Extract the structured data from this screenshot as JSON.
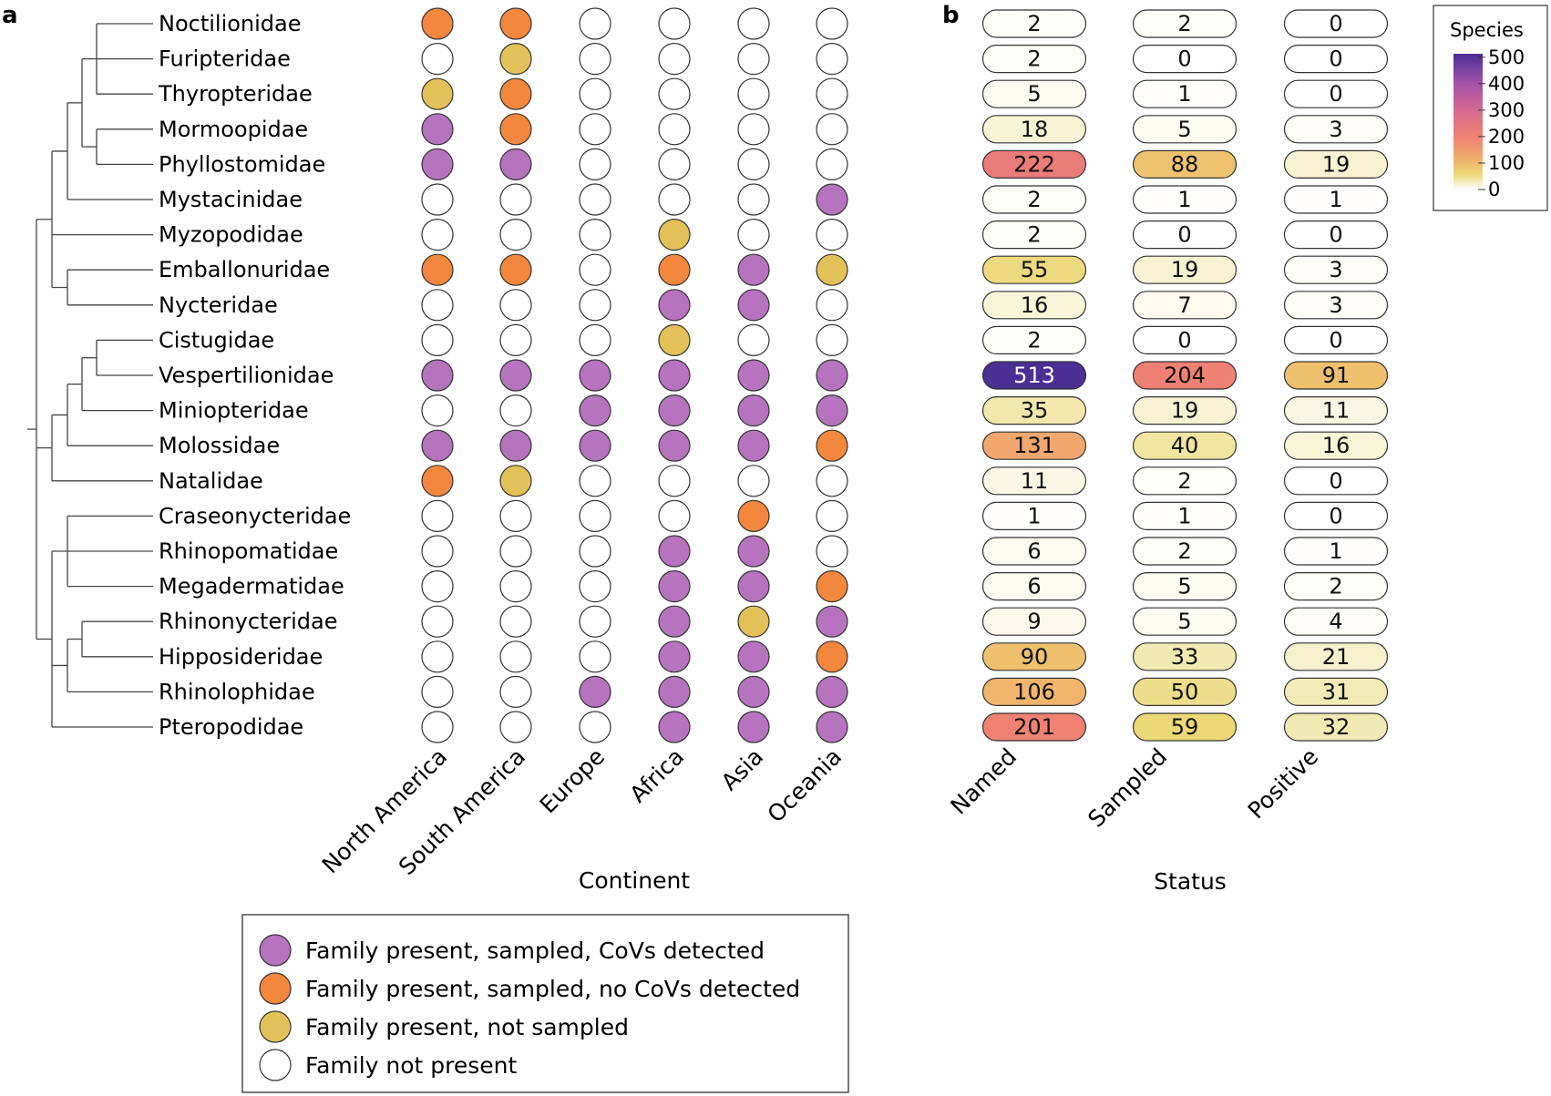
{
  "panels": {
    "a": "a",
    "b": "b"
  },
  "chart_data": [
    {
      "type": "scatter",
      "panel": "a",
      "xlabel": "Continent",
      "categories": [
        "North America",
        "South America",
        "Europe",
        "Africa",
        "Asia",
        "Oceania"
      ],
      "families": [
        "Noctilionidae",
        "Furipteridae",
        "Thyropteridae",
        "Mormoopidae",
        "Phyllostomidae",
        "Mystacinidae",
        "Myzopodidae",
        "Emballonuridae",
        "Nycteridae",
        "Cistugidae",
        "Vespertilionidae",
        "Miniopteridae",
        "Molossidae",
        "Natalidae",
        "Craseonycteridae",
        "Rhinopomatidae",
        "Megadermatidae",
        "Rhinonycteridae",
        "Hipposideridae",
        "Rhinolophidae",
        "Pteropodidae"
      ],
      "status_grid": [
        [
          2,
          2,
          0,
          0,
          0,
          0
        ],
        [
          0,
          1,
          0,
          0,
          0,
          0
        ],
        [
          1,
          2,
          0,
          0,
          0,
          0
        ],
        [
          3,
          2,
          0,
          0,
          0,
          0
        ],
        [
          3,
          3,
          0,
          0,
          0,
          0
        ],
        [
          0,
          0,
          0,
          0,
          0,
          3
        ],
        [
          0,
          0,
          0,
          1,
          0,
          0
        ],
        [
          2,
          2,
          0,
          2,
          3,
          1
        ],
        [
          0,
          0,
          0,
          3,
          3,
          0
        ],
        [
          0,
          0,
          0,
          1,
          0,
          0
        ],
        [
          3,
          3,
          3,
          3,
          3,
          3
        ],
        [
          0,
          0,
          3,
          3,
          3,
          3
        ],
        [
          3,
          3,
          3,
          3,
          3,
          2
        ],
        [
          2,
          1,
          0,
          0,
          0,
          0
        ],
        [
          0,
          0,
          0,
          0,
          2,
          0
        ],
        [
          0,
          0,
          0,
          3,
          3,
          0
        ],
        [
          0,
          0,
          0,
          3,
          3,
          2
        ],
        [
          0,
          0,
          0,
          3,
          1,
          3
        ],
        [
          0,
          0,
          0,
          3,
          3,
          2
        ],
        [
          0,
          0,
          3,
          3,
          3,
          3
        ],
        [
          0,
          0,
          0,
          3,
          3,
          3
        ]
      ],
      "status_colors": {
        "0": "#ffffff",
        "1": "#e3c159",
        "2": "#f3873d",
        "3": "#b574bd"
      },
      "legend": [
        {
          "code": 3,
          "label": "Family present, sampled, CoVs detected"
        },
        {
          "code": 2,
          "label": "Family present, sampled, no CoVs detected"
        },
        {
          "code": 1,
          "label": "Family present, not sampled"
        },
        {
          "code": 0,
          "label": "Family not present"
        }
      ]
    },
    {
      "type": "heatmap",
      "panel": "b",
      "xlabel": "Status",
      "categories": [
        "Named",
        "Sampled",
        "Positive"
      ],
      "rows": [
        "Noctilionidae",
        "Furipteridae",
        "Thyropteridae",
        "Mormoopidae",
        "Phyllostomidae",
        "Mystacinidae",
        "Myzopodidae",
        "Emballonuridae",
        "Nycteridae",
        "Cistugidae",
        "Vespertilionidae",
        "Miniopteridae",
        "Molossidae",
        "Natalidae",
        "Craseonycteridae",
        "Rhinopomatidae",
        "Megadermatidae",
        "Rhinonycteridae",
        "Hipposideridae",
        "Rhinolophidae",
        "Pteropodidae"
      ],
      "values": [
        [
          2,
          2,
          0
        ],
        [
          2,
          0,
          0
        ],
        [
          5,
          1,
          0
        ],
        [
          18,
          5,
          3
        ],
        [
          222,
          88,
          19
        ],
        [
          2,
          1,
          1
        ],
        [
          2,
          0,
          0
        ],
        [
          55,
          19,
          3
        ],
        [
          16,
          7,
          3
        ],
        [
          2,
          0,
          0
        ],
        [
          513,
          204,
          91
        ],
        [
          35,
          19,
          11
        ],
        [
          131,
          40,
          16
        ],
        [
          11,
          2,
          0
        ],
        [
          1,
          1,
          0
        ],
        [
          6,
          2,
          1
        ],
        [
          6,
          5,
          2
        ],
        [
          9,
          5,
          4
        ],
        [
          90,
          33,
          21
        ],
        [
          106,
          50,
          31
        ],
        [
          201,
          59,
          32
        ]
      ],
      "colorbar": {
        "title": "Species",
        "ticks": [
          0,
          100,
          200,
          300,
          400,
          500
        ],
        "range": [
          0,
          513
        ],
        "stops": [
          {
            "v": 0,
            "c": "#ffffff"
          },
          {
            "v": 25,
            "c": "#f4efc4"
          },
          {
            "v": 60,
            "c": "#ecd774"
          },
          {
            "v": 110,
            "c": "#f1b26b"
          },
          {
            "v": 200,
            "c": "#ef8272"
          },
          {
            "v": 300,
            "c": "#d76891"
          },
          {
            "v": 400,
            "c": "#a353a9"
          },
          {
            "v": 513,
            "c": "#4a2f94"
          }
        ]
      }
    }
  ]
}
